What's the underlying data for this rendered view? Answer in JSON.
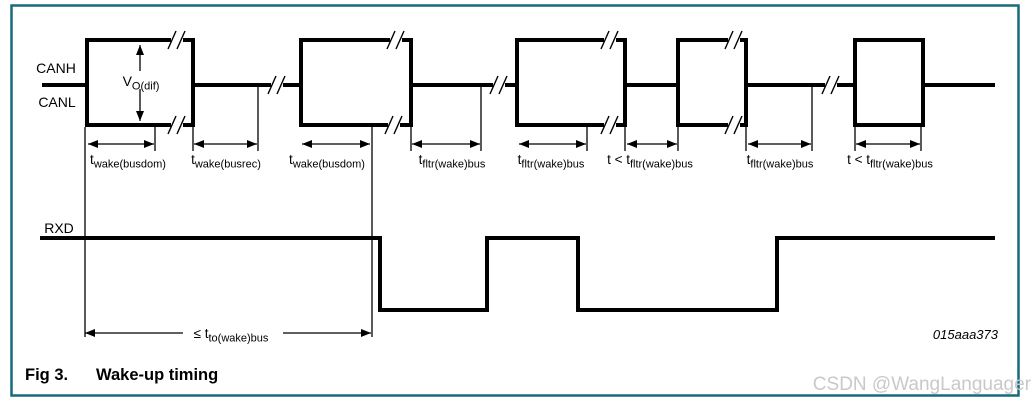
{
  "figure": {
    "caption_label": "Fig 3.",
    "caption_title": "Wake-up timing",
    "reference_code": "015aaa373",
    "watermark": "CSDN @WangLanguager",
    "colors": {
      "border_teal": "#156b7c",
      "caption_blue": "#006a90",
      "signal_black": "#000000",
      "watermark_gray": "#c9c9c9"
    }
  },
  "signals": {
    "canh_label": "CANH",
    "canl_label": "CANL",
    "rxd_label": "RXD",
    "vodif_label": {
      "main": "V",
      "sub": "O(dif)"
    }
  },
  "timing_labels": [
    {
      "prefix": "t",
      "sub": "wake(busdom)"
    },
    {
      "prefix": "t",
      "sub": "wake(busrec)"
    },
    {
      "prefix": "t",
      "sub": "wake(busdom)"
    },
    {
      "prefix": "t",
      "sub": "fltr(wake)bus"
    },
    {
      "prefix": "t",
      "sub": "fltr(wake)bus"
    },
    {
      "prefix": "t < t",
      "sub": "fltr(wake)bus"
    },
    {
      "prefix": "t",
      "sub": "fltr(wake)bus"
    },
    {
      "prefix": "t < t",
      "sub": "fltr(wake)bus"
    }
  ],
  "timeout_label": {
    "prefix": "≤ t",
    "sub": "to(wake)bus"
  }
}
